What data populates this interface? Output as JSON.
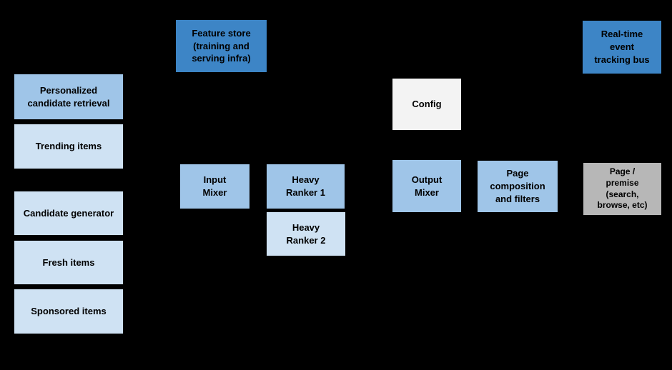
{
  "diagram": {
    "background_color": "#000000",
    "text_color": "#000000",
    "palette": {
      "dark_blue": "#3d85c6",
      "medium_blue": "#9fc5e8",
      "light_blue": "#cfe2f3",
      "near_white": "#f3f3f3",
      "gray": "#b7b7b7"
    },
    "nodes": {
      "feature_store": {
        "label": "Feature store\n(training and\nserving infra)",
        "color": "#3d85c6"
      },
      "realtime_event_tracking_bus": {
        "label": "Real-time\nevent\ntracking bus",
        "color": "#3d85c6"
      },
      "personalized_candidate_retrieval": {
        "label": "Personalized\ncandidate retrieval",
        "color": "#9fc5e8"
      },
      "trending_items": {
        "label": "Trending items",
        "color": "#cfe2f3"
      },
      "config": {
        "label": "Config",
        "color": "#f3f3f3"
      },
      "candidate_generator": {
        "label": "Candidate generator",
        "color": "#cfe2f3"
      },
      "fresh_items": {
        "label": "Fresh items",
        "color": "#cfe2f3"
      },
      "sponsored_items": {
        "label": "Sponsored items",
        "color": "#cfe2f3"
      },
      "input_mixer": {
        "label": "Input\nMixer",
        "color": "#9fc5e8"
      },
      "heavy_ranker_1": {
        "label": "Heavy\nRanker 1",
        "color": "#9fc5e8"
      },
      "heavy_ranker_2": {
        "label": "Heavy\nRanker 2",
        "color": "#cfe2f3"
      },
      "output_mixer": {
        "label": "Output\nMixer",
        "color": "#9fc5e8"
      },
      "page_composition_and_filters": {
        "label": "Page\ncomposition\nand filters",
        "color": "#9fc5e8"
      },
      "page_premise": {
        "label": "Page /\npremise\n(search,\nbrowse, etc)",
        "color": "#b7b7b7"
      }
    }
  }
}
